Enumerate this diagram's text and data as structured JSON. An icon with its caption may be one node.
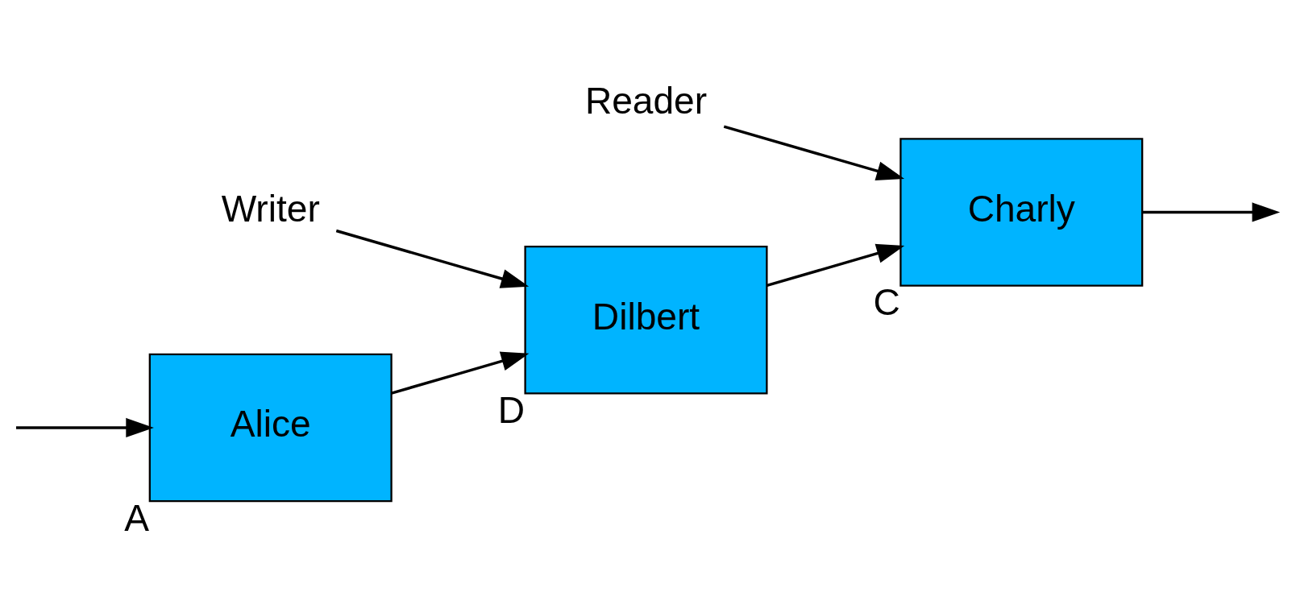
{
  "diagram": {
    "nodes": [
      {
        "text": [
          "Alice"
        ],
        "beside": [
          "A"
        ]
      },
      {
        "text": [
          "Dilbert"
        ],
        "beside": [
          "D"
        ]
      },
      {
        "text": [
          "Charly"
        ],
        "beside": [
          "C"
        ]
      },
      {
        "text": [
          "Writer"
        ]
      },
      {
        "text": [
          "Reader"
        ]
      }
    ],
    "edges": [
      {
        "from": null,
        "to": 0,
        "arrow": "to"
      },
      {
        "from": 0,
        "to": 1,
        "arrow": "to"
      },
      {
        "from": 1,
        "to": 2,
        "arrow": "to"
      },
      {
        "from": 3,
        "to": 1,
        "arrow": "to"
      },
      {
        "from": 4,
        "to": 2,
        "arrow": "to"
      },
      {
        "from": 2,
        "to": null,
        "arrow": "to"
      }
    ]
  }
}
